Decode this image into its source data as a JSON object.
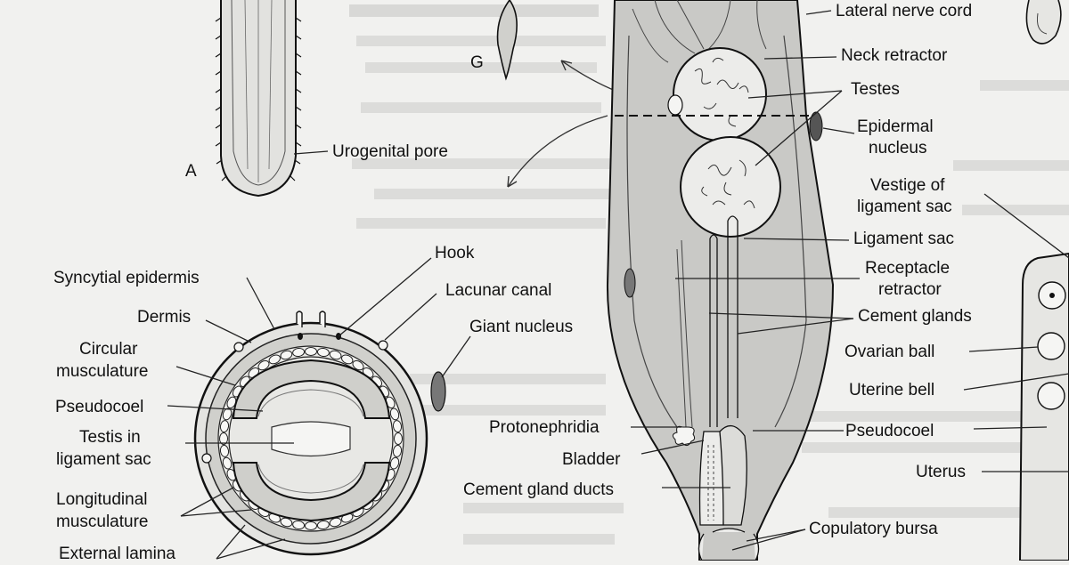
{
  "figure_letters": {
    "a": "A",
    "g": "G"
  },
  "labels": {
    "urogenital_pore": "Urogenital pore",
    "syncytial_epidermis": "Syncytial epidermis",
    "hook": "Hook",
    "dermis": "Dermis",
    "lacunar_canal": "Lacunar canal",
    "giant_nucleus": "Giant nucleus",
    "circular_musculature_1": "Circular",
    "circular_musculature_2": "musculature",
    "pseudocoel_left": "Pseudocoel",
    "testis_in_1": "Testis in",
    "testis_in_2": "ligament sac",
    "longitudinal_1": "Longitudinal",
    "longitudinal_2": "musculature",
    "external_lamina": "External lamina",
    "lateral_nerve_cord": "Lateral nerve cord",
    "neck_retractor": "Neck retractor",
    "testes": "Testes",
    "epidermal_nucleus_1": "Epidermal",
    "epidermal_nucleus_2": "nucleus",
    "vestige_1": "Vestige of",
    "vestige_2": "ligament sac",
    "ligament_sac": "Ligament sac",
    "receptacle_1": "Receptacle",
    "receptacle_2": "retractor",
    "cement_glands": "Cement glands",
    "ovarian_ball": "Ovarian ball",
    "uterine_bell": "Uterine bell",
    "pseudocoel_right": "Pseudocoel",
    "uterus": "Uterus",
    "protonephridia": "Protonephridia",
    "bladder": "Bladder",
    "cement_gland_ducts": "Cement gland ducts",
    "copulatory_bursa": "Copulatory bursa"
  },
  "colors": {
    "paper": "#f1f1ef",
    "ink": "#222222",
    "stipple_fill": "#d6d6d3",
    "body_gray": "#c9c9c6",
    "bleed_through_text": "#c9c9c7"
  }
}
